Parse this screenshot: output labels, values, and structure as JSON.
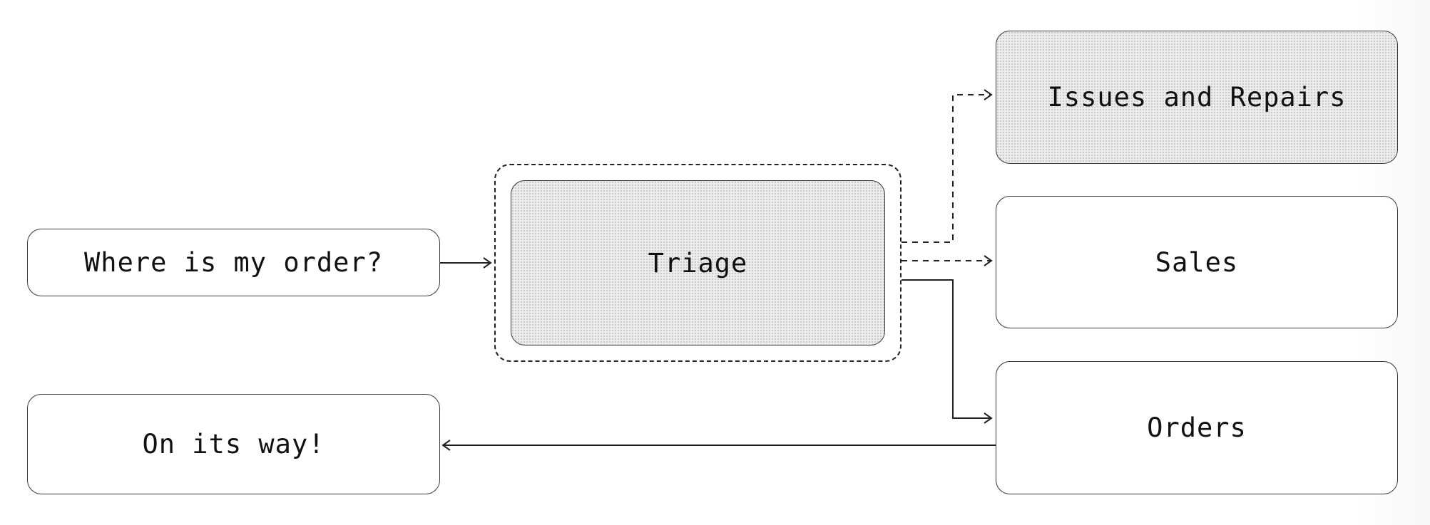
{
  "nodes": {
    "question": "Where is my order?",
    "triage": "Triage",
    "issues": "Issues and Repairs",
    "sales": "Sales",
    "orders": "Orders",
    "answer": "On its way!"
  },
  "colors": {
    "line": "#222222",
    "border": "#3a3a3a",
    "shaded_fill": "#ececec"
  }
}
